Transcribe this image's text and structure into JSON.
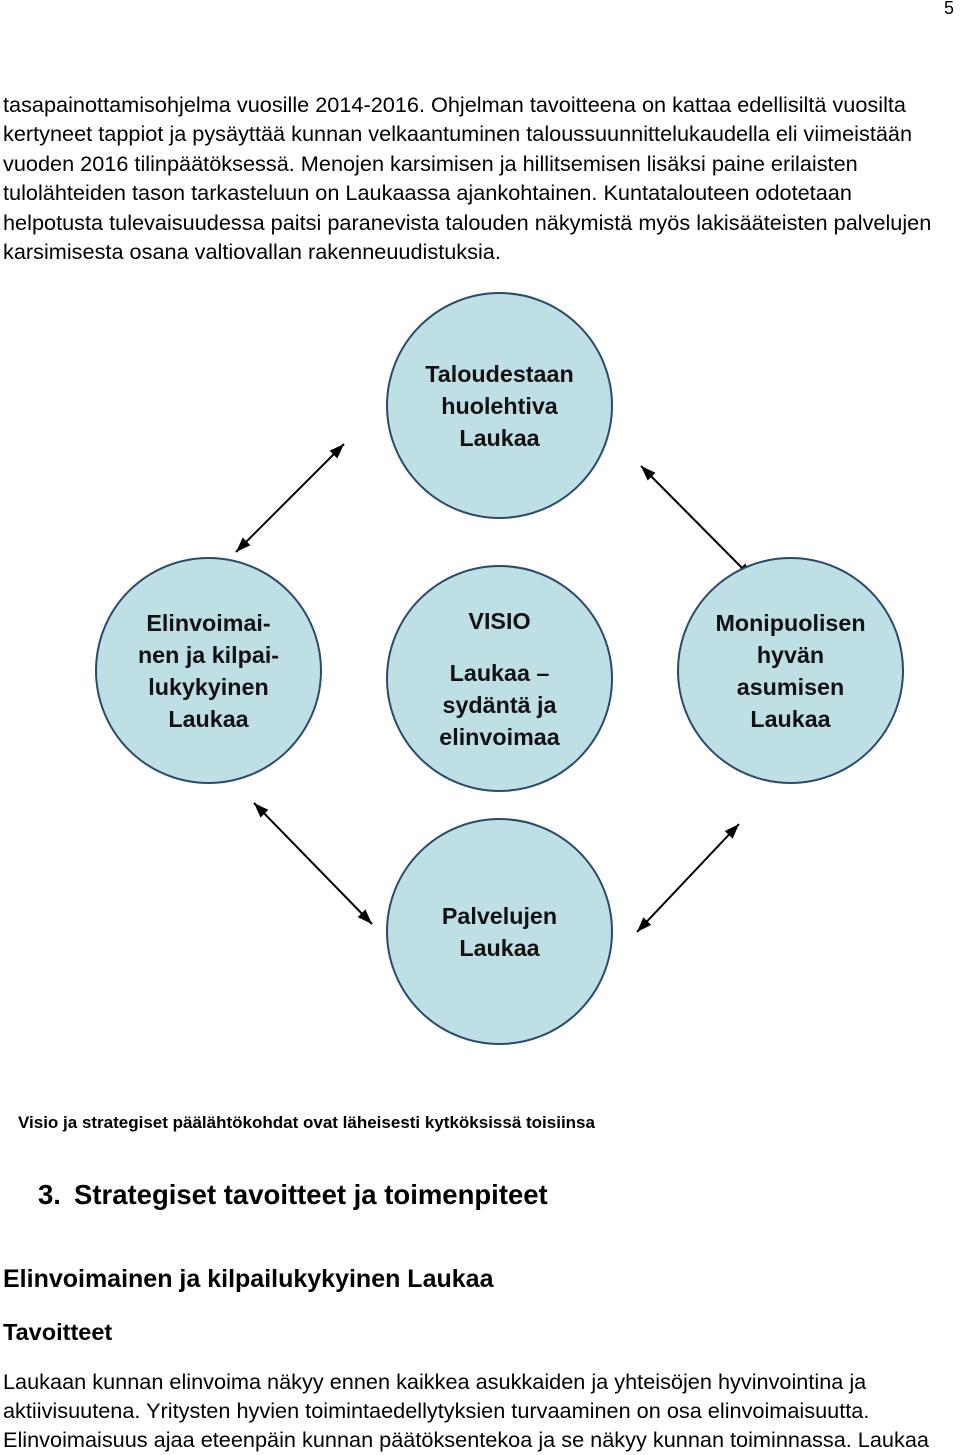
{
  "page_number": "5",
  "intro_lines": [
    "tasapainottamisohjelma vuosille 2014-2016. Ohjelman tavoitteena on kattaa edellisiltä vuosilta",
    "kertyneet tappiot ja pysäyttää kunnan velkaantuminen taloussuunnittelukaudella eli viimeistään",
    "vuoden 2016 tilinpäätöksessä. Menojen karsimisen ja hillitsemisen lisäksi paine erilaisten",
    "tulolähteiden tason tarkasteluun on Laukaassa ajankohtainen. Kuntatalouteen odotetaan",
    "helpotusta tulevaisuudessa paitsi paranevista talouden näkymistä myös lakisääteisten palvelujen",
    "karsimisesta osana valtiovallan rakenneuudistuksia."
  ],
  "diagram": {
    "colors": {
      "circle_fill": "#bee0e4",
      "circle_stroke": "#2b4a6a",
      "arrow": "#000000",
      "node_text": "#111111"
    },
    "top_node": {
      "lines": [
        "Taloudestaan",
        "huolehtiva",
        "Laukaa"
      ]
    },
    "left_node": {
      "lines": [
        "Elinvoimai-",
        "nen ja kilpai-",
        "lukykyinen",
        "Laukaa"
      ]
    },
    "center_node": {
      "title": "VISIO",
      "lines": [
        "Laukaa –",
        "sydäntä ja",
        "elinvoimaa"
      ]
    },
    "right_node": {
      "lines": [
        "Monipuolisen",
        "hyvän",
        "asumisen",
        "Laukaa"
      ]
    },
    "bottom_node": {
      "lines": [
        "Palvelujen",
        "Laukaa"
      ]
    }
  },
  "caption": "Visio ja strategiset päälähtökohdat ovat läheisesti kytköksissä toisiinsa",
  "section_heading": {
    "number": "3.",
    "title": "Strategiset tavoitteet ja toimenpiteet"
  },
  "subheading": "Elinvoimainen ja kilpailukykyinen Laukaa",
  "subsubheading": "Tavoitteet",
  "body_lines": [
    "Laukaan kunnan elinvoima näkyy ennen kaikkea asukkaiden ja yhteisöjen hyvinvointina ja",
    "aktiivisuutena. Yritysten hyvien toimintaedellytyksien turvaaminen on osa elinvoimaisuutta.",
    "Elinvoimaisuus ajaa eteenpäin kunnan päätöksentekoa ja se näkyy kunnan toiminnassa. Laukaa"
  ]
}
